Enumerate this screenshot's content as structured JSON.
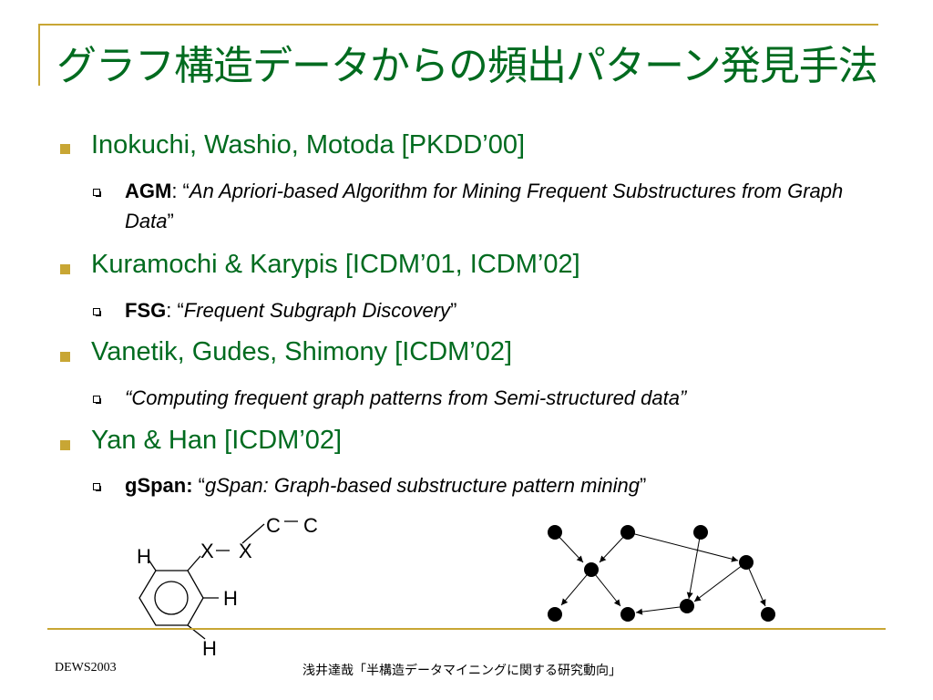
{
  "slide": {
    "title": "グラフ構造データからの頻出パターン発見手法",
    "items": [
      {
        "heading": "Inokuchi, Washio, Motoda [PKDD’00]",
        "sub_bold": "AGM",
        "sub_sep": ": “",
        "sub_italic": "An Apriori-based Algorithm for Mining Frequent Substructures from Graph Data",
        "sub_end": "”"
      },
      {
        "heading": "Kuramochi & Karypis [ICDM’01, ICDM’02]",
        "sub_bold": "FSG",
        "sub_sep": ": “",
        "sub_italic": "Frequent Subgraph Discovery",
        "sub_end": "”"
      },
      {
        "heading": "Vanetik, Gudes, Shimony [ICDM’02]",
        "sub_bold": "",
        "sub_sep": "",
        "sub_italic": "“Computing frequent graph patterns from Semi-structured data”",
        "sub_end": ""
      },
      {
        "heading": "Yan & Han [ICDM’02]",
        "sub_bold": "gSpan:",
        "sub_sep": " “",
        "sub_italic": "gSpan: Graph-based substructure pattern mining",
        "sub_end": "”"
      }
    ],
    "molecule_labels": {
      "h_top": "H",
      "x1": "X",
      "x2": "X",
      "c1": "C",
      "c2": "C",
      "h_right": "H",
      "h_bottom": "H"
    }
  },
  "footer": {
    "left": "DEWS2003",
    "center": "浅井達哉「半構造データマイニングに関する研究動向」"
  },
  "colors": {
    "title": "#006b1f",
    "accent": "#c8a634"
  }
}
